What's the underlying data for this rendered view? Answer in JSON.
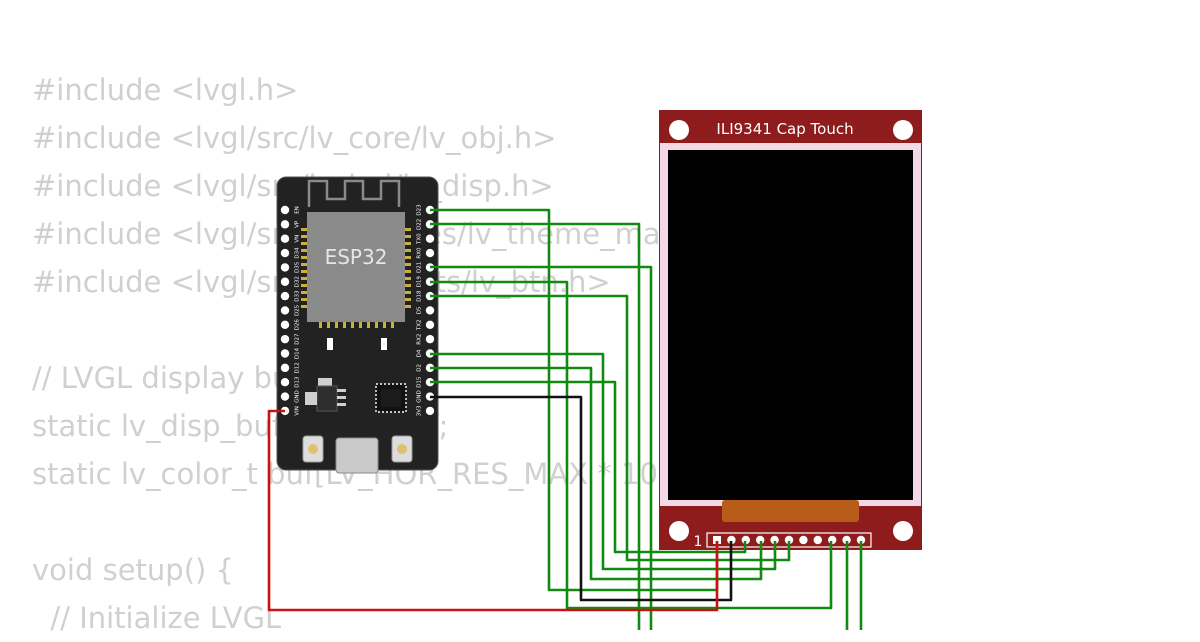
{
  "code_lines": [
    "#include <lvgl.h>",
    "#include <lvgl/src/lv_core/lv_obj.h>",
    "#include <lvgl/src/lv_hal/lv_disp.h>",
    "#include <lvgl/src/lv_themes/lv_theme_material.h>",
    "#include <lvgl/src/lv_widgets/lv_btn.h>",
    "",
    "// LVGL display buffer",
    "static lv_disp_buf_t disp_buf;",
    "static lv_color_t buf[LV_HOR_RES_MAX * 10];",
    "",
    "void setup() {",
    "  // Initialize LVGL"
  ],
  "esp32": {
    "label": "ESP32",
    "left_pins": [
      "EN",
      "VP",
      "VN",
      "D34",
      "D35",
      "D32",
      "D33",
      "D25",
      "D26",
      "D27",
      "D14",
      "D12",
      "D13",
      "GND",
      "VIN"
    ],
    "right_pins": [
      "D23",
      "D22",
      "TX0",
      "RX0",
      "D21",
      "D19",
      "D18",
      "D5",
      "TX2",
      "RX2",
      "D4",
      "D2",
      "D15",
      "GND",
      "3V3"
    ]
  },
  "display": {
    "title": "ILI9341 Cap Touch",
    "pin1_label": "1"
  },
  "colors": {
    "signal_wire": "#108a10",
    "power_wire": "#cc1111",
    "ground_wire": "#111111",
    "board_body": "#222222",
    "display_frame": "#8e1c1c",
    "screen": "#000000",
    "code_text": "#d0d0d0"
  }
}
